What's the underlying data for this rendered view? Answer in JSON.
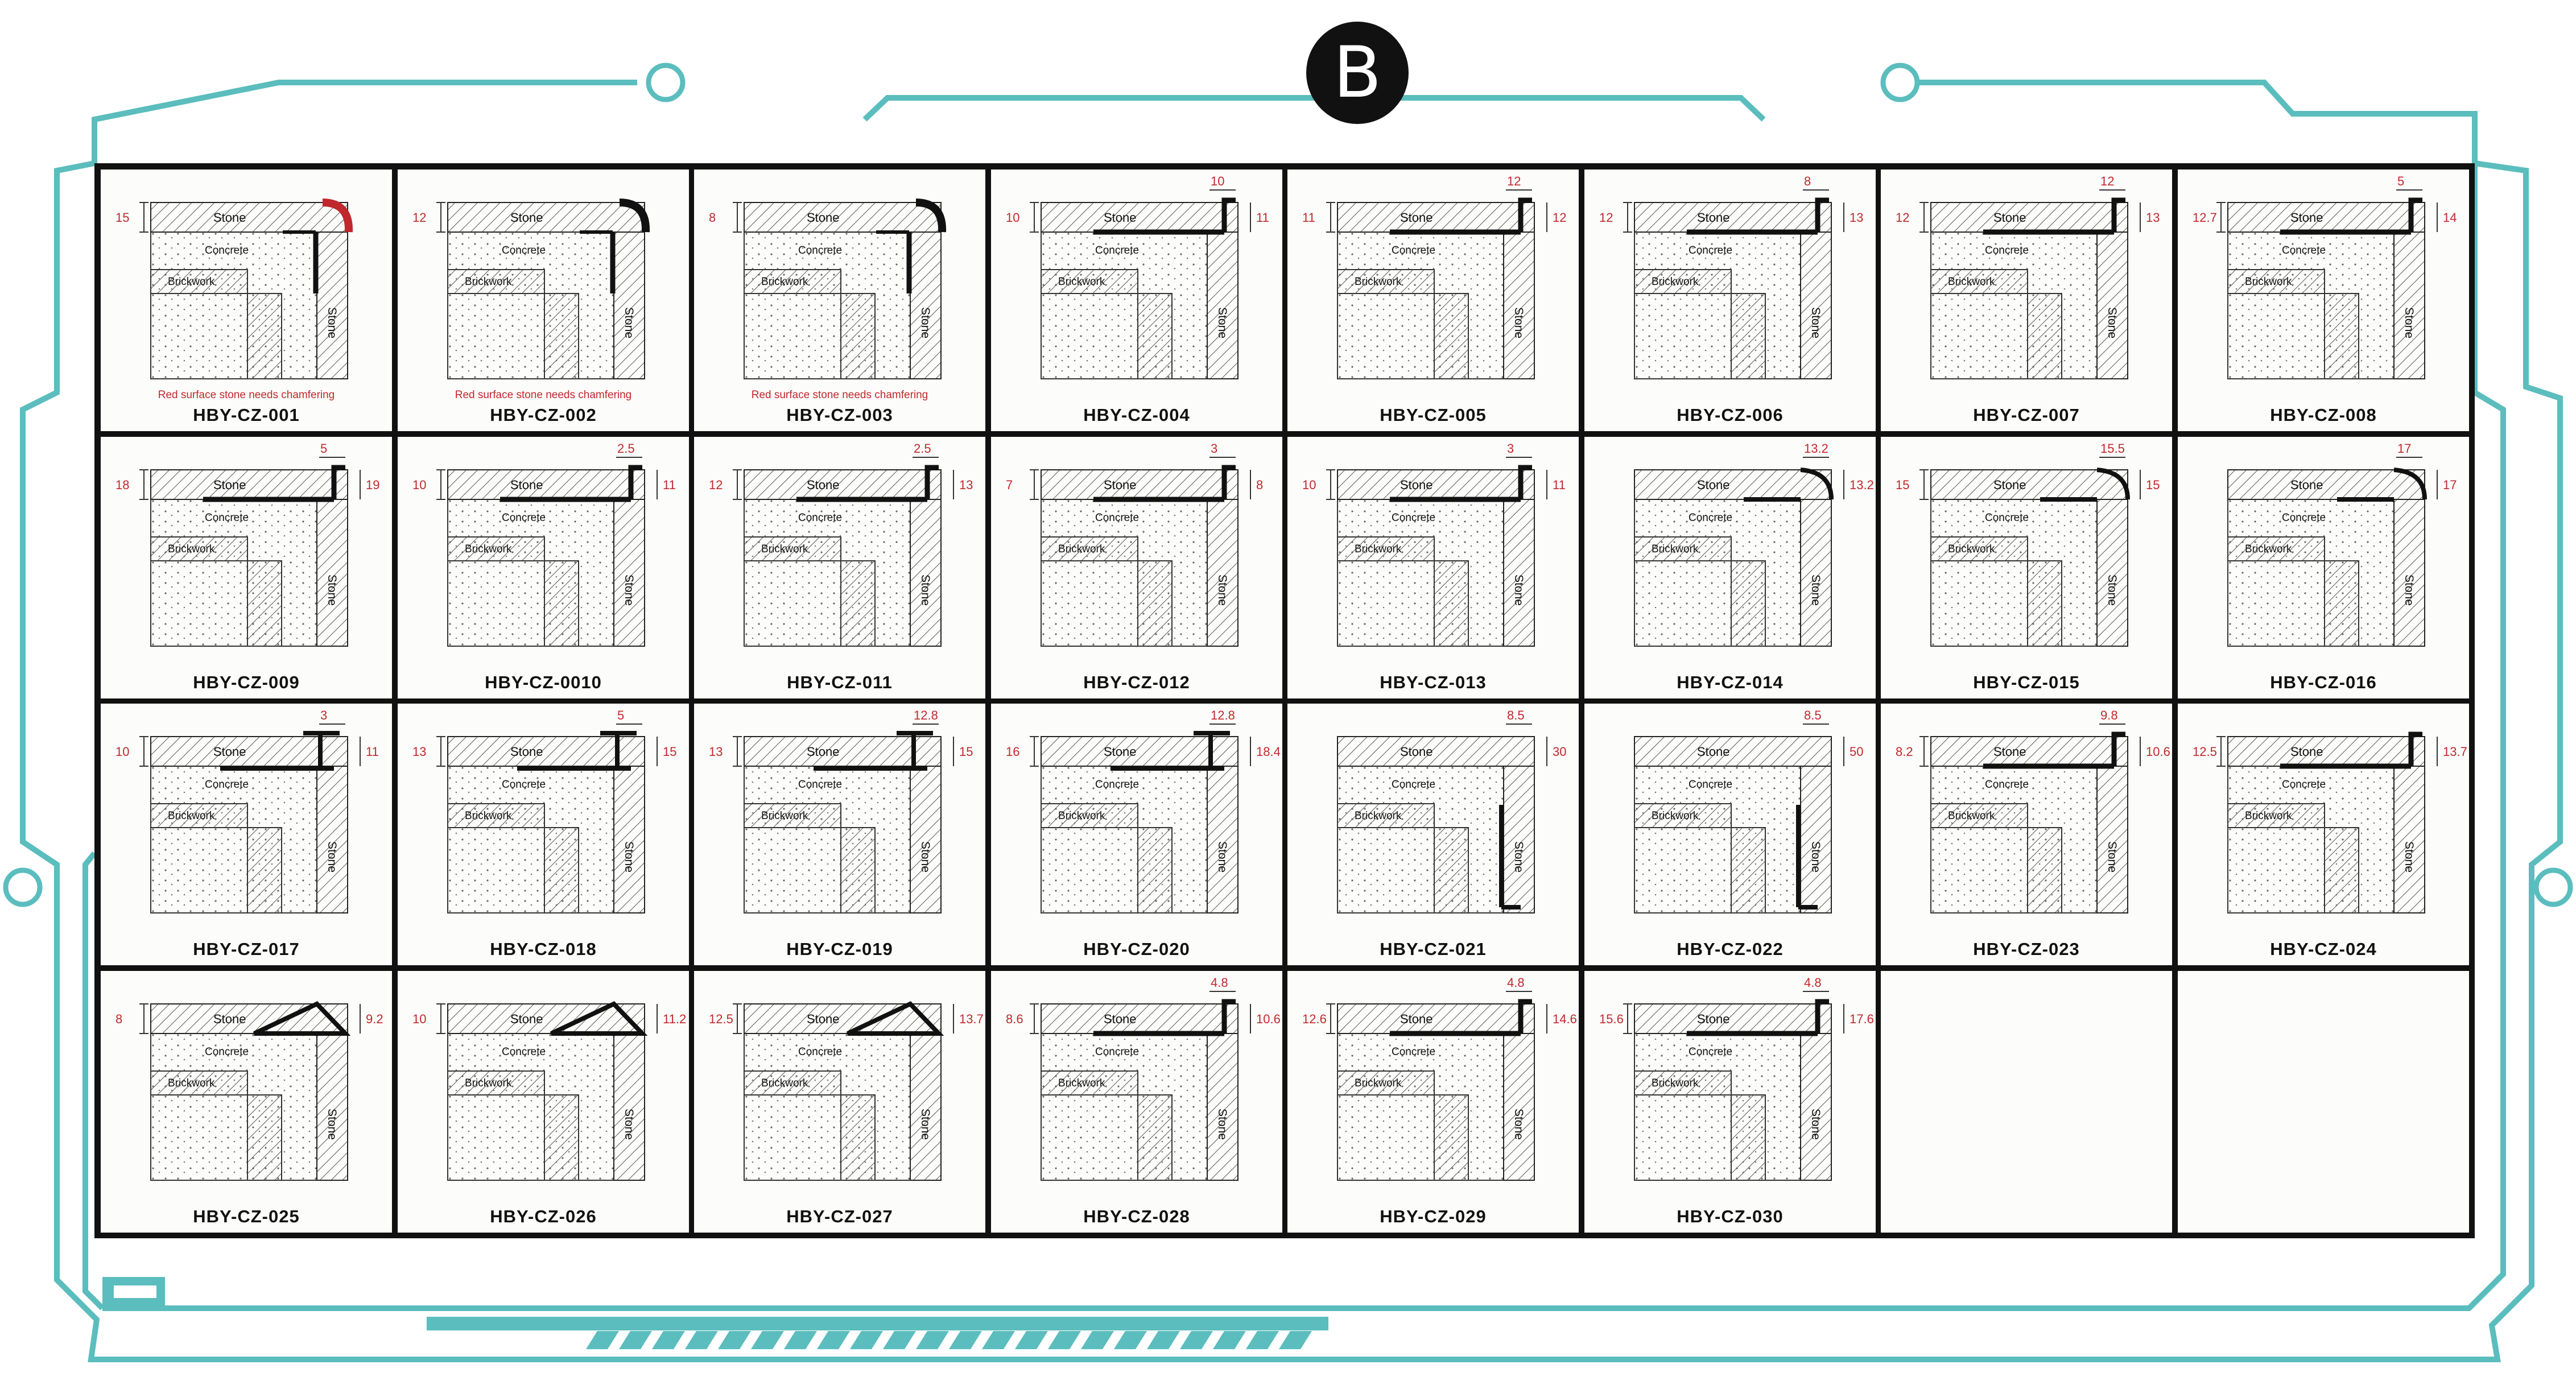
{
  "badge": "B",
  "labels": {
    "stone": "Stone",
    "concrete": "Concrete",
    "brickwork": "Brickwork"
  },
  "colors": {
    "frame": "#5bbdbd",
    "dimension": "#c0282d",
    "profile": "#111111"
  },
  "items": [
    {
      "code": "HBY-CZ-001",
      "left": "15",
      "note": "Red surface stone needs chamfering"
    },
    {
      "code": "HBY-CZ-002",
      "left": "12",
      "note": "Red surface stone needs chamfering"
    },
    {
      "code": "HBY-CZ-003",
      "left": "8",
      "note": "Red surface stone needs chamfering"
    },
    {
      "code": "HBY-CZ-004",
      "left": "10",
      "top": "10",
      "right": "11"
    },
    {
      "code": "HBY-CZ-005",
      "left": "11",
      "top": "12",
      "right": "12"
    },
    {
      "code": "HBY-CZ-006",
      "left": "12",
      "top": "8",
      "right": "13"
    },
    {
      "code": "HBY-CZ-007",
      "left": "12",
      "top": "12",
      "right": "13"
    },
    {
      "code": "HBY-CZ-008",
      "left": "12.7",
      "top": "5",
      "right": "14"
    },
    {
      "code": "HBY-CZ-009",
      "left": "18",
      "top": "5",
      "right": "19"
    },
    {
      "code": "HBY-CZ-0010",
      "left": "10",
      "top": "2.5",
      "right": "11"
    },
    {
      "code": "HBY-CZ-011",
      "left": "12",
      "top": "2.5",
      "right": "13"
    },
    {
      "code": "HBY-CZ-012",
      "left": "7",
      "top": "3",
      "right": "8"
    },
    {
      "code": "HBY-CZ-013",
      "left": "10",
      "top": "3",
      "right": "11"
    },
    {
      "code": "HBY-CZ-014",
      "top": "13.2",
      "right": "13.2"
    },
    {
      "code": "HBY-CZ-015",
      "left": "15",
      "top": "15.5",
      "right": "15"
    },
    {
      "code": "HBY-CZ-016",
      "top": "17",
      "right": "17"
    },
    {
      "code": "HBY-CZ-017",
      "left": "10",
      "top": "3",
      "right": "11"
    },
    {
      "code": "HBY-CZ-018",
      "left": "13",
      "top": "5",
      "right": "15"
    },
    {
      "code": "HBY-CZ-019",
      "left": "13",
      "top": "12.8",
      "right": "15"
    },
    {
      "code": "HBY-CZ-020",
      "left": "16",
      "top": "12.8",
      "right": "18.4"
    },
    {
      "code": "HBY-CZ-021",
      "top": "8.5",
      "right": "30"
    },
    {
      "code": "HBY-CZ-022",
      "top": "8.5",
      "right": "50"
    },
    {
      "code": "HBY-CZ-023",
      "left": "8.2",
      "top": "9.8",
      "right": "10.6"
    },
    {
      "code": "HBY-CZ-024",
      "left": "12.5",
      "right": "13.7"
    },
    {
      "code": "HBY-CZ-025",
      "left": "8",
      "right": "9.2"
    },
    {
      "code": "HBY-CZ-026",
      "left": "10",
      "right": "11.2"
    },
    {
      "code": "HBY-CZ-027",
      "left": "12.5",
      "right": "13.7"
    },
    {
      "code": "HBY-CZ-028",
      "left": "8.6",
      "top": "4.8",
      "right": "10.6"
    },
    {
      "code": "HBY-CZ-029",
      "left": "12.6",
      "top": "4.8",
      "right": "14.6"
    },
    {
      "code": "HBY-CZ-030",
      "left": "15.6",
      "top": "4.8",
      "right": "17.6"
    }
  ]
}
